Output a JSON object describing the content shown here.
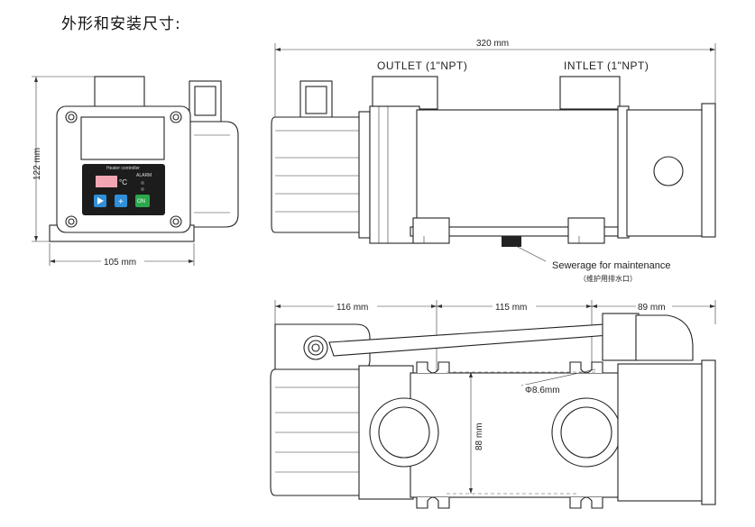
{
  "title": "外形和安装尺寸:",
  "dimensions": {
    "total_length": "320 mm",
    "height": "122 mm",
    "width": "105 mm",
    "top_left": "116 mm",
    "top_middle": "115 mm",
    "top_right": "89 mm",
    "port_spacing": "88 mm",
    "hole_diameter": "Φ8.6mm"
  },
  "ports": {
    "outlet": "OUTLET (1\"NPT)",
    "inlet": "INTLET (1\"NPT)"
  },
  "drain_note": {
    "en": "Sewerage for maintenance",
    "cn": "（维护用排水口）"
  },
  "controller": {
    "title": "Heater controller",
    "alarm_label": "ALARM",
    "display_unit": "°C",
    "play_icon": "play-icon",
    "plus_label": "+",
    "on_label": "ON"
  },
  "colors": {
    "panel": "#1c1c1c",
    "display": "#f2a6b4",
    "button_blue": "#2f8fd8",
    "button_green": "#2aa84a"
  }
}
